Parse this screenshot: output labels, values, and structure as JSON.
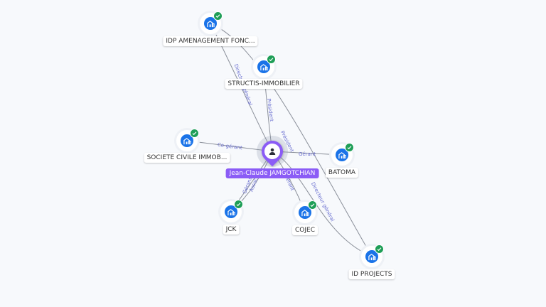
{
  "center": {
    "name": "Jean-Claude JAMGOTCHIAN",
    "icon": "person-icon",
    "color": "#8b5cf6"
  },
  "companies": [
    {
      "id": "idp",
      "label": "IDP AMENAGEMENT FONC...",
      "icon": "company-icon",
      "verified": true
    },
    {
      "id": "structis",
      "label": "STRUCTIS-IMMOBILIER",
      "icon": "company-icon",
      "verified": true
    },
    {
      "id": "scimmo",
      "label": "SOCIETE CIVILE IMMOB...",
      "icon": "company-icon",
      "verified": true
    },
    {
      "id": "batoma",
      "label": "BATOMA",
      "icon": "company-icon",
      "verified": true
    },
    {
      "id": "jck",
      "label": "JCK",
      "icon": "company-icon",
      "verified": true
    },
    {
      "id": "cojec",
      "label": "COJEC",
      "icon": "company-icon",
      "verified": true
    },
    {
      "id": "idprojects",
      "label": "ID PROJECTS",
      "icon": "company-icon",
      "verified": true
    }
  ],
  "relations": [
    {
      "from": "center",
      "to": "idp",
      "label": "Directeur général"
    },
    {
      "from": "center",
      "to": "structis",
      "label": "Président"
    },
    {
      "from": "idp",
      "to": "idprojects",
      "label": "Président"
    },
    {
      "from": "center",
      "to": "scimmo",
      "label": "Co-gérant"
    },
    {
      "from": "center",
      "to": "batoma",
      "label": "Gérant"
    },
    {
      "from": "center",
      "to": "jck",
      "label": "Gérant"
    },
    {
      "from": "center",
      "to": "jck",
      "label": "Associé"
    },
    {
      "from": "center",
      "to": "cojec",
      "label": "Gérant"
    },
    {
      "from": "center",
      "to": "idprojects",
      "label": "Directeur général"
    }
  ],
  "colors": {
    "company": "#1a73e8",
    "verified": "#1e9e57",
    "edge": "#8a8f99",
    "edge_label": "#6a6fd0"
  }
}
